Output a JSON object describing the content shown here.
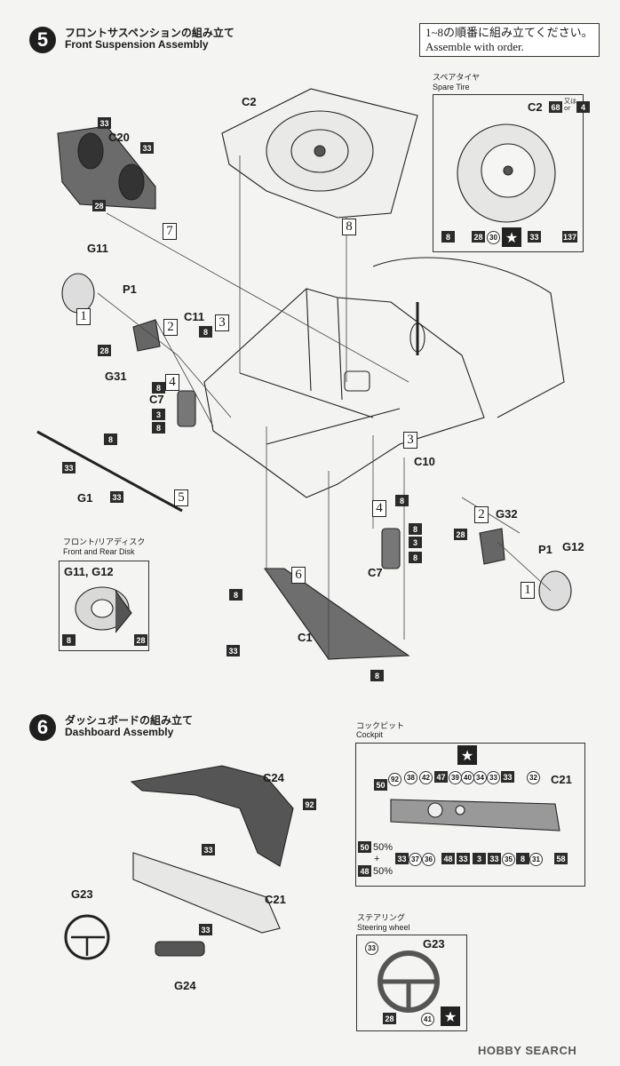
{
  "step5": {
    "number": "5",
    "title_ja": "フロントサスペンションの組み立て",
    "title_en": "Front Suspension Assembly",
    "callout_ja": "1~8の順番に組み立てください。",
    "callout_en": "Assemble with order.",
    "spare_tire": {
      "caption_ja": "スペアタイヤ",
      "caption_en": "Spare Tire",
      "part": "C2",
      "alt_or_ja": "又は",
      "alt_or_en": "or",
      "nums": [
        "68",
        "4",
        "8",
        "28",
        "30",
        "33",
        "137"
      ]
    },
    "disk": {
      "caption_ja": "フロント/リアディスク",
      "caption_en": "Front and Rear Disk",
      "parts": "G11, G12",
      "nums": [
        "8",
        "28"
      ]
    },
    "labels": {
      "C2": "C2",
      "C20": "C20",
      "G11": "G11",
      "P1": "P1",
      "C11": "C11",
      "G31": "G31",
      "C7": "C7",
      "G1": "G1",
      "C10": "C10",
      "G32": "G32",
      "G12": "G12",
      "C1": "C1"
    },
    "order": [
      "1",
      "2",
      "3",
      "4",
      "5",
      "6",
      "7",
      "8"
    ],
    "paint": {
      "n8": "8",
      "n28": "28",
      "n33": "33",
      "n3": "3"
    }
  },
  "step6": {
    "number": "6",
    "title_ja": "ダッシュボードの組み立て",
    "title_en": "Dashboard Assembly",
    "labels": {
      "C24": "C24",
      "C21": "C21",
      "G23": "G23",
      "G24": "G24"
    },
    "paint": {
      "n92": "92",
      "n33": "33"
    },
    "cockpit": {
      "caption_ja": "コックピット",
      "caption_en": "Cockpit",
      "part": "C21",
      "top_nums": [
        "50",
        "92",
        "38",
        "42",
        "47",
        "39",
        "40",
        "34",
        "33",
        "33",
        "32"
      ],
      "bottom_nums": [
        "33",
        "37",
        "36",
        "48",
        "33",
        "3",
        "33",
        "35",
        "8",
        "31",
        "58"
      ],
      "mix_a": "50",
      "mix_a_pct": "50%",
      "plus": "+",
      "mix_b": "48",
      "mix_b_pct": "50%"
    },
    "steering": {
      "caption_ja": "ステアリング",
      "caption_en": "Steering wheel",
      "part": "G23",
      "nums": [
        "33",
        "28",
        "41"
      ]
    }
  },
  "watermark": "HOBBY SEARCH"
}
